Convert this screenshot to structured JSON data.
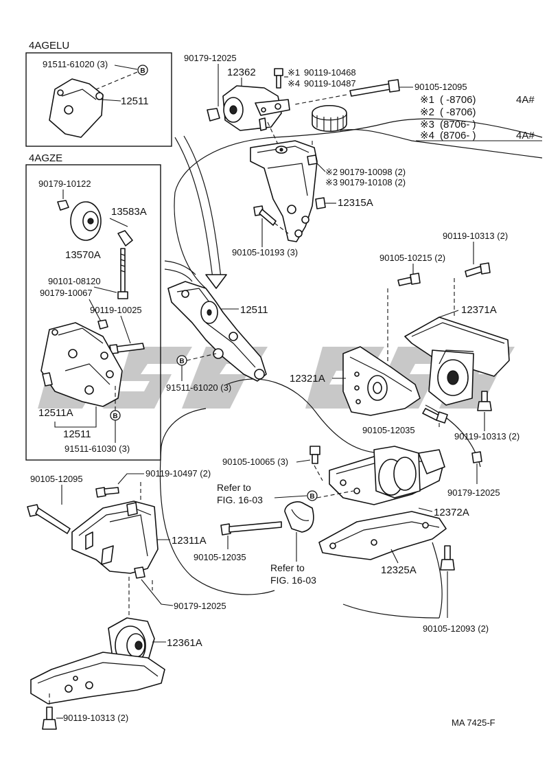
{
  "sections": {
    "agelu": "4AGELU",
    "agze": "4AGZE"
  },
  "labels": {
    "p91511_61020_top": "91511-61020 (3)",
    "p12511_top": "12511",
    "p90179_10122": "90179-10122",
    "p13583A": "13583A",
    "p13570A": "13570A",
    "p90101_08120": "90101-08120",
    "p90179_10067": "90179-10067",
    "p90119_10025": "90119-10025",
    "p12511A": "12511A",
    "p12511_low": "12511",
    "p91511_61030": "91511-61030 (3)",
    "p90179_12025_top": "90179-12025",
    "p12362": "12362",
    "m1_code": "90119-10468",
    "m4_code": "90119-10487",
    "p90105_12095_top": "90105-12095",
    "m2_code": "90179-10098 (2)",
    "m3_code": "90179-10108 (2)",
    "p12315A": "12315A",
    "p90105_10193": "90105-10193 (3)",
    "p12511_mid": "12511",
    "p91511_61020_mid": "91511-61020 (3)",
    "p90119_10313_tr": "90119-10313 (2)",
    "p90105_10215": "90105-10215 (2)",
    "p12371A": "12371A",
    "p12321A": "12321A",
    "p90105_12035_r": "90105-12035",
    "p90119_10313_r": "90119-10313 (2)",
    "p90105_10065": "90105-10065 (3)",
    "p90179_12025_r": "90179-12025",
    "p12372A": "12372A",
    "p90105_12095_l": "90105-12095",
    "p90119_10497": "90119-10497 (2)",
    "refer1_a": "Refer to",
    "refer1_b": "FIG. 16-03",
    "p12311A": "12311A",
    "p90105_12035_c": "90105-12035",
    "refer2_a": "Refer to",
    "refer2_b": "FIG. 16-03",
    "p12325A": "12325A",
    "p90179_12025_l": "90179-12025",
    "p12361A": "12361A",
    "p90105_12093": "90105-12093 (2)",
    "p90119_10313_bl": "90119-10313 (2)",
    "footer_code": "MA  7425-F"
  },
  "legend": {
    "rows": [
      {
        "mark": "※1",
        "range": "(       -8706)",
        "note": "4A#"
      },
      {
        "mark": "※2",
        "range": "(       -8706)",
        "note": ""
      },
      {
        "mark": "※3",
        "range": "(8706-        )",
        "note": ""
      },
      {
        "mark": "※4",
        "range": "(8706-        )",
        "note": "4A#"
      }
    ]
  },
  "markers": {
    "m1": "※1",
    "m4": "※4",
    "m2": "※2",
    "m3": "※3",
    "b": "B"
  }
}
